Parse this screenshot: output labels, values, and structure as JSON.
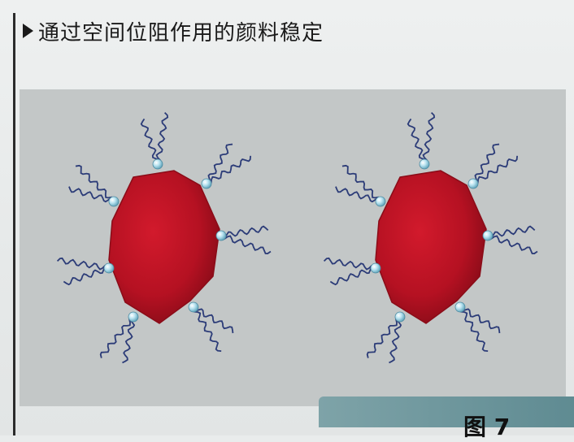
{
  "title": "通过空间位阻作用的颜料稳定",
  "caption": "图 7",
  "colors": {
    "background": "#e9ecec",
    "panel": "#c3c7c7",
    "particle": "#b81224",
    "anchor": "#9fd0e0",
    "chain": "#2c3c78",
    "caption_bar": "#6f979d"
  },
  "diagram": {
    "particles": [
      {
        "name": "pigment-particle-left"
      },
      {
        "name": "pigment-particle-right"
      }
    ]
  }
}
